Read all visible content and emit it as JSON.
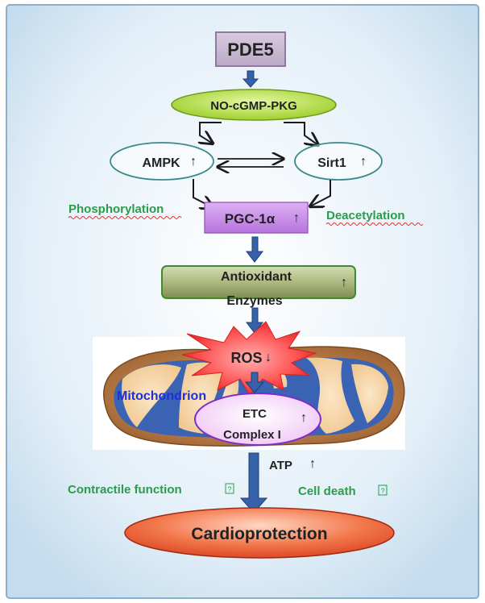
{
  "nodes": {
    "pde5": "PDE5",
    "no_cgmp_pkg": "NO-cGMP-PKG",
    "ampk": "AMPK",
    "sirt1": "Sirt1",
    "pgc1a": "PGC-1α",
    "antioxidant_line1": "Antioxidant",
    "antioxidant_line2": "Enzymes",
    "ros": "ROS",
    "mitochondrion": "Mitochondrion",
    "etc_line1": "ETC",
    "etc_line2": "Complex I",
    "atp": "ATP",
    "cardioprotection": "Cardioprotection"
  },
  "labels": {
    "phosphorylation": "Phosphorylation",
    "deacetylation": "Deacetylation",
    "contractile_function": "Contractile function",
    "cell_death": "Cell death"
  },
  "symbols": {
    "up_arrow": "↑",
    "down_arrow": "↓",
    "unknown_glyph": "?"
  },
  "colors": {
    "background": "#dbeaf5",
    "border": "#8eafc9",
    "green_text": "#2a9c4a",
    "blue_text": "#1f2fd8",
    "arrow_fill": "#3562a8",
    "node_green": "#b8e04a",
    "node_purple": "#c78be6",
    "node_olive": "#a9b878",
    "cardio_red": "#e8562e"
  }
}
